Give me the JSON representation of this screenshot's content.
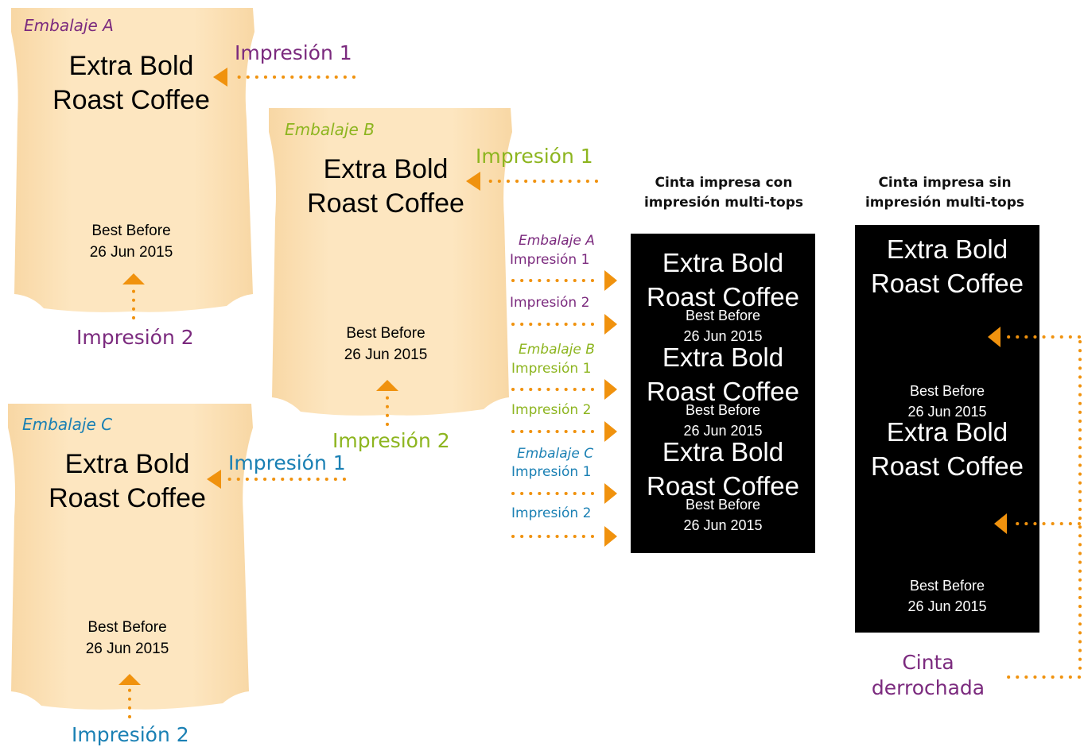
{
  "colors": {
    "pouch": "#fce3b8",
    "pouch_edge": "#f6d29a",
    "arrow": "#f0920e",
    "purple": "#7b2a7e",
    "green": "#8db51f",
    "blue": "#1a80b4",
    "tape": "#000000"
  },
  "bags": [
    {
      "tag": "Embalaje A",
      "title": "Extra Bold\nRoast Coffee",
      "date": "Best Before\n26 Jun 2015",
      "print1": "Impresión 1",
      "print2": "Impresión 2"
    },
    {
      "tag": "Embalaje B",
      "title": "Extra Bold\nRoast Coffee",
      "date": "Best Before\n26 Jun 2015",
      "print1": "Impresión 1",
      "print2": "Impresión 2"
    },
    {
      "tag": "Embalaje C",
      "title": "Extra Bold\nRoast Coffee",
      "date": "Best Before\n26 Jun 2015",
      "print1": "Impresión 1",
      "print2": "Impresión 2"
    }
  ],
  "multitops": {
    "heading": "Cinta impresa con\nimpresión multi-tops",
    "groups": [
      {
        "tag": "Embalaje A",
        "print1": "Impresión 1",
        "print2": "Impresión 2"
      },
      {
        "tag": "Embalaje B",
        "print1": "Impresión 1",
        "print2": "Impresión 2"
      },
      {
        "tag": "Embalaje C",
        "print1": "Impresión 1",
        "print2": "Impresión 2"
      }
    ],
    "tape_titles": [
      "Extra Bold\nRoast Coffee",
      "Extra Bold\nRoast Coffee",
      "Extra Bold\nRoast Coffee"
    ],
    "tape_dates": [
      "Best Before\n26 Jun 2015",
      "Best Before\n26 Jun 2015",
      "Best Before\n26 Jun 2015"
    ]
  },
  "standard": {
    "heading": "Cinta impresa sin\nimpresión multi-tops",
    "tape_titles": [
      "Extra Bold\nRoast Coffee",
      "Extra Bold\nRoast Coffee"
    ],
    "tape_dates": [
      "Best Before\n26 Jun 2015",
      "Best Before\n26 Jun 2015"
    ],
    "waste_label": "Cinta\nderrochada"
  }
}
